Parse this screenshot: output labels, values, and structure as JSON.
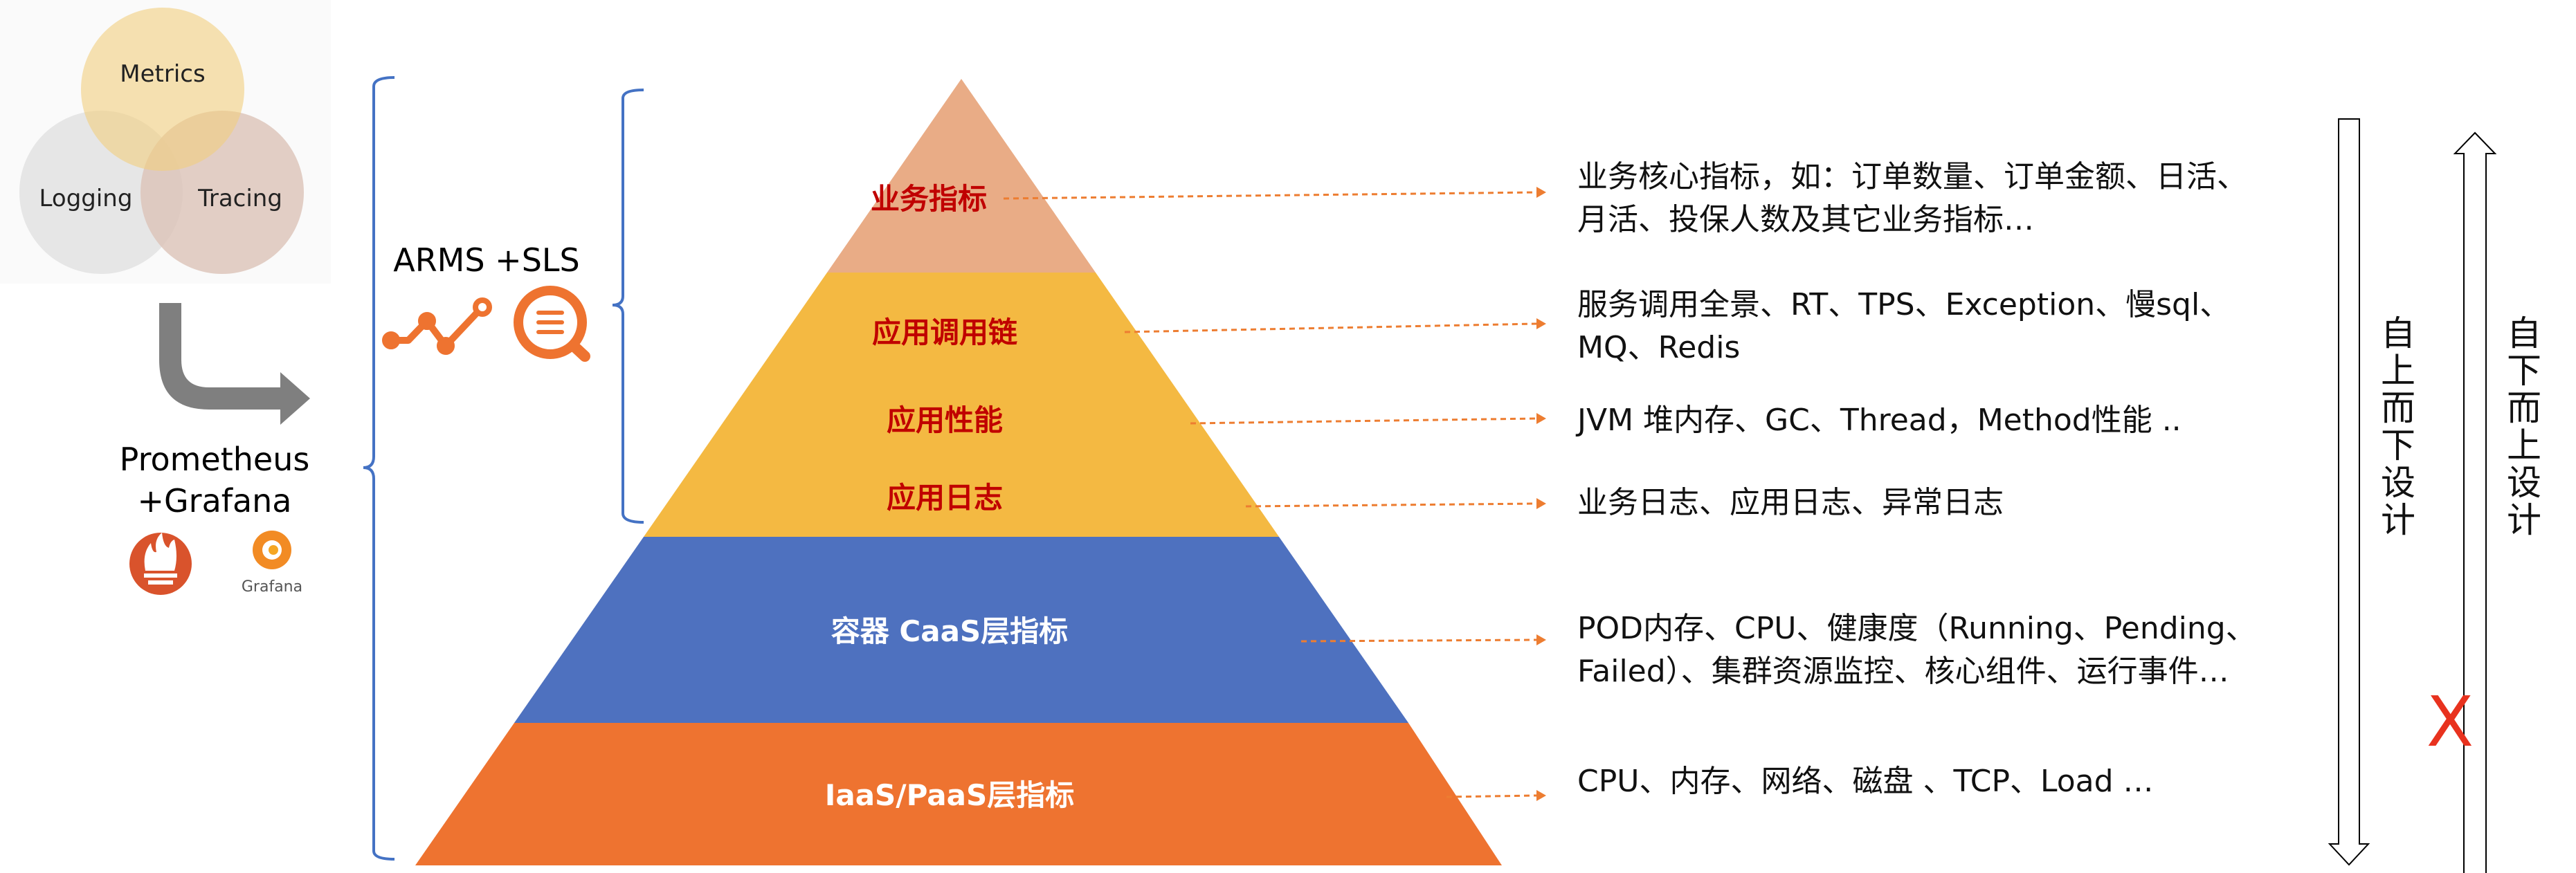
{
  "venn": {
    "metrics": "Metrics",
    "logging": "Logging",
    "tracing": "Tracing"
  },
  "left_tools": {
    "line1": "Prometheus",
    "line2": "+Grafana",
    "grafana_logo_text": "Grafana"
  },
  "arms": {
    "label": "ARMS +SLS"
  },
  "pyramid": {
    "tiers": [
      {
        "label": "业务指标",
        "color": "#E9AC86"
      },
      {
        "label": "应用调用链",
        "color": "#F4B942"
      },
      {
        "label": "应用性能",
        "color": "#F4B942"
      },
      {
        "label": "应用日志",
        "color": "#F4B942"
      },
      {
        "label": "容器 CaaS层指标",
        "color": "#4E71BF"
      },
      {
        "label": "IaaS/PaaS层指标",
        "color": "#EE7330"
      }
    ]
  },
  "descriptions": [
    {
      "lines": [
        "业务核心指标，如：订单数量、订单金额、日活、",
        "月活、投保人数及其它业务指标…"
      ]
    },
    {
      "lines": [
        "服务调用全景、RT、TPS、Exception、慢sql、",
        "MQ、Redis"
      ]
    },
    {
      "lines": [
        "JVM 堆内存、GC、Thread，Method性能 .."
      ]
    },
    {
      "lines": [
        "业务日志、应用日志、异常日志"
      ]
    },
    {
      "lines": [
        "POD内存、CPU、健康度（Running、Pending、",
        "Failed）、集群资源监控、核心组件、运行事件…"
      ]
    },
    {
      "lines": [
        "CPU、内存、网络、磁盘 、TCP、Load …"
      ]
    }
  ],
  "design": {
    "top_down": "自上而下设计",
    "bottom_up": "自下而上设计",
    "rejected_mark": "X"
  },
  "colors": {
    "label_red": "#C00000",
    "bracket": "#4472C4",
    "arrow_dash": "#ED7D31",
    "x_red": "#E8321E",
    "accent": "#EE7330"
  }
}
